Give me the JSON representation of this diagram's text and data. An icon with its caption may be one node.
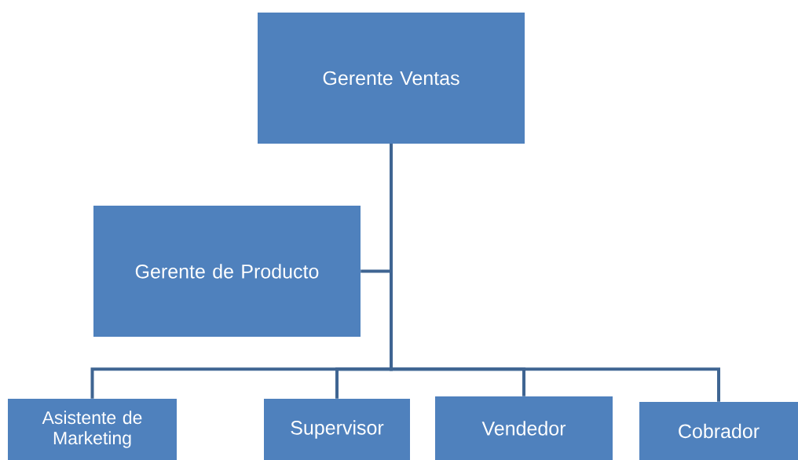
{
  "diagram": {
    "nodes": [
      {
        "text": [
          "Gerente Ventas"
        ]
      },
      {
        "text": [
          "Gerente de Producto"
        ]
      },
      {
        "text": [
          "Asistente de Marketing"
        ]
      },
      {
        "text": [
          "Supervisor"
        ]
      },
      {
        "text": [
          "Vendedor"
        ]
      },
      {
        "text": [
          "Cobrador"
        ]
      }
    ],
    "edges": [
      {
        "from": 0,
        "to": 1,
        "arrow": "none"
      },
      {
        "from": 0,
        "to": 2,
        "arrow": "none"
      },
      {
        "from": 0,
        "to": 3,
        "arrow": "none"
      },
      {
        "from": 0,
        "to": 4,
        "arrow": "none"
      },
      {
        "from": 0,
        "to": 5,
        "arrow": "none"
      }
    ]
  }
}
